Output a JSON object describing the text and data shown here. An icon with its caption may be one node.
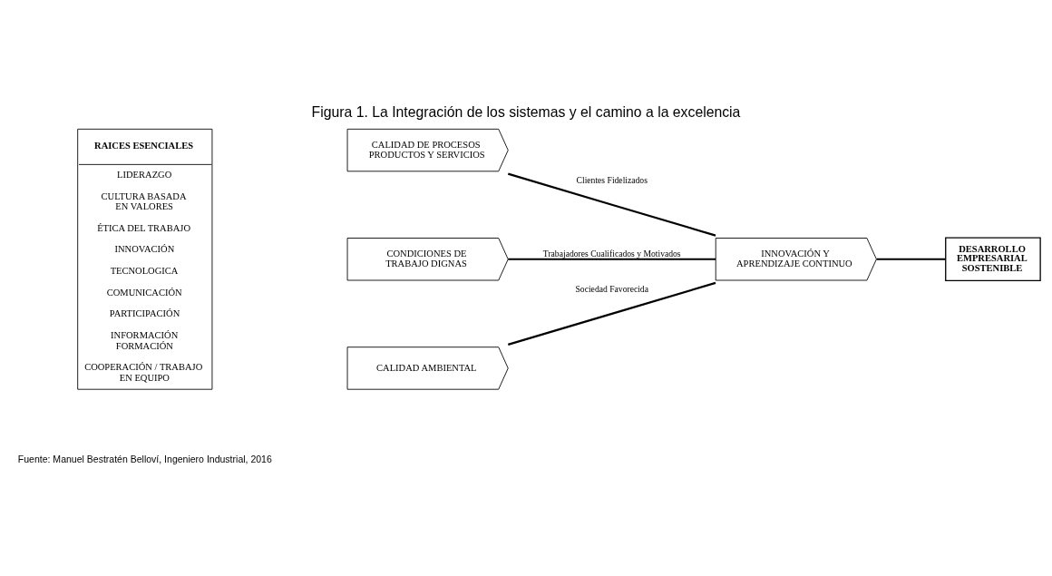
{
  "diagram": {
    "title": "Figura 1. La Integración de los sistemas y el camino a la excelencia",
    "caption": "Fuente: Manuel Bestratén Belloví, Ingeniero Industrial, 2016",
    "nodes": [
      {
        "text": [
          "RAICES ESENCIALES",
          "LIDERAZGO",
          "CULTURA BASADA EN VALORES",
          "ÉTICA DEL TRABAJO",
          "INNOVACIÓN",
          "TECNOLOGICA",
          "COMUNICACIÓN",
          "PARTICIPACIÓN",
          "INFORMACIÓN FORMACIÓN",
          "COOPERACIÓN / TRABAJO EN EQUIPO"
        ]
      },
      {
        "text": [
          "CALIDAD DE PROCESOS PRODUCTOS Y SERVICIOS"
        ]
      },
      {
        "text": [
          "CONDICIONES DE TRABAJO DIGNAS"
        ]
      },
      {
        "text": [
          "CALIDAD AMBIENTAL"
        ]
      },
      {
        "text": [
          "INNOVACIÓN Y APRENDIZAJE CONTINUO"
        ]
      },
      {
        "text": [
          "DESARROLLO EMPRESARIAL SOSTENIBLE"
        ]
      }
    ],
    "edges": [
      {
        "from": 1,
        "to": 4,
        "arrow": "none",
        "label": "Clientes Fidelizados"
      },
      {
        "from": 2,
        "to": 4,
        "arrow": "none",
        "label": "Trabajadores Cualificados y Motivados"
      },
      {
        "from": 3,
        "to": 4,
        "arrow": "none",
        "label": "Sociedad Favorecida"
      },
      {
        "from": 4,
        "to": 5,
        "arrow": "none"
      }
    ]
  }
}
